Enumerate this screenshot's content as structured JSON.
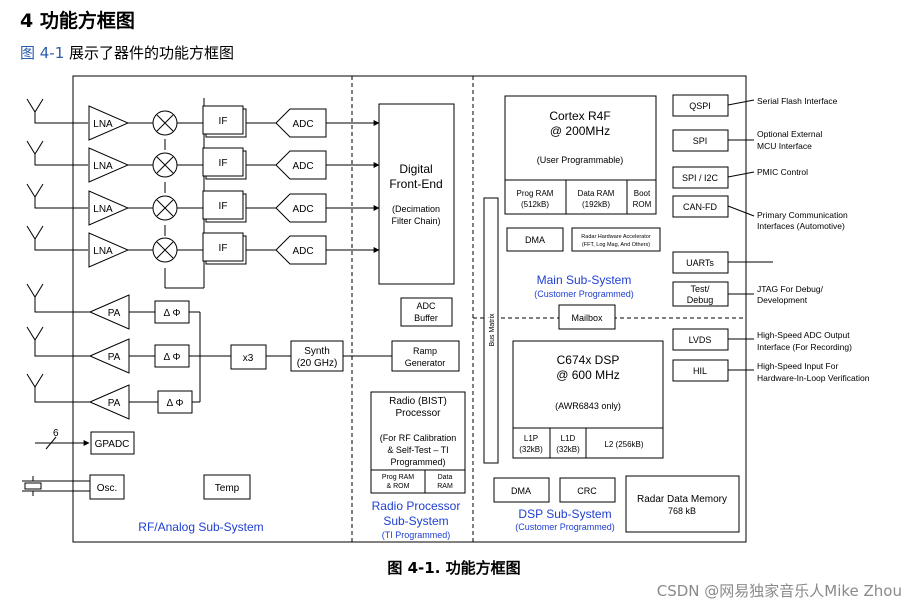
{
  "heading": "4 功能方框图",
  "intro": {
    "ref": "图 4-1",
    "text": " 展示了器件的功能方框图"
  },
  "caption": "图 4-1. 功能方框图",
  "watermark": "CSDN @网易独家音乐人Mike Zhou",
  "colors": {
    "line": "#000000",
    "accent_label": "#1f3fd1",
    "background": "#ffffff"
  },
  "rf": {
    "lna": [
      "LNA",
      "LNA",
      "LNA",
      "LNA"
    ],
    "if": [
      "IF",
      "IF",
      "IF",
      "IF"
    ],
    "adc": [
      "ADC",
      "ADC",
      "ADC",
      "ADC"
    ],
    "pa": [
      "PA",
      "PA",
      "PA"
    ],
    "phase": [
      "Δ Φ",
      "Δ Φ",
      "Δ Φ"
    ],
    "x3": "x3",
    "synth": [
      "Synth",
      "(20 GHz)"
    ],
    "gpadc": "GPADC",
    "gpadc_inputs": "6",
    "osc": "Osc.",
    "temp": "Temp",
    "subsystem_label": "RF/Analog Sub-System"
  },
  "radio": {
    "dfe_title": [
      "Digital",
      "Front-End"
    ],
    "dfe_sub": [
      "(Decimation",
      "Filter Chain)"
    ],
    "adc_buffer": [
      "ADC",
      "Buffer"
    ],
    "ramp_generator": [
      "Ramp",
      "Generator"
    ],
    "bist_title": [
      "Radio (BIST)",
      "Processor"
    ],
    "bist_sub": [
      "(For RF Calibration",
      "& Self-Test – TI",
      "Programmed)"
    ],
    "prog_ram": [
      "Prog RAM",
      "& ROM"
    ],
    "data_ram": [
      "Data",
      "RAM"
    ],
    "subsystem_label": [
      "Radio Processor",
      "Sub-System"
    ],
    "subsystem_note": "(TI Programmed)"
  },
  "main": {
    "cpu": [
      "Cortex R4F",
      "@ 200MHz"
    ],
    "cpu_note": "(User Programmable)",
    "prog_ram": [
      "Prog RAM",
      "(512kB)"
    ],
    "data_ram": [
      "Data RAM",
      "(192kB)"
    ],
    "boot_rom": [
      "Boot",
      "ROM"
    ],
    "dma": "DMA",
    "hwa": [
      "Radar Hardware Accelerator",
      "(FFT, Log Mag, And Others)"
    ],
    "subsystem_label": "Main Sub-System",
    "subsystem_note": "(Customer Programmed)",
    "bus_matrix": "Bus Matrix",
    "mailbox": "Mailbox"
  },
  "dsp": {
    "cpu": [
      "C674x DSP",
      "@ 600 MHz"
    ],
    "cpu_note": "(AWR6843 only)",
    "l1p": [
      "L1P",
      "(32kB)"
    ],
    "l1d": [
      "L1D",
      "(32kB)"
    ],
    "l2": "L2 (256kB)",
    "dma": "DMA",
    "crc": "CRC",
    "radar_memory": [
      "Radar Data Memory",
      "768 kB"
    ],
    "subsystem_label": "DSP Sub-System",
    "subsystem_note": "(Customer Programmed)"
  },
  "interfaces": [
    {
      "block": "QSPI",
      "desc": [
        "Serial Flash Interface"
      ]
    },
    {
      "block": "SPI",
      "desc": [
        "Optional External",
        "MCU Interface"
      ]
    },
    {
      "block": "SPI / I2C",
      "desc": [
        "PMIC Control"
      ]
    },
    {
      "block": "CAN-FD",
      "desc": [
        "Primary Communication",
        "Interfaces (Automotive)"
      ]
    },
    {
      "block": "UARTs",
      "desc": []
    },
    {
      "block": [
        "Test/",
        "Debug"
      ],
      "desc": [
        "JTAG For Debug/",
        "Development"
      ]
    },
    {
      "block": "LVDS",
      "desc": [
        "High-Speed ADC Output",
        "Interface (For Recording)"
      ]
    },
    {
      "block": "HIL",
      "desc": [
        "High-Speed Input For",
        "Hardware-In-Loop Verification"
      ]
    }
  ]
}
